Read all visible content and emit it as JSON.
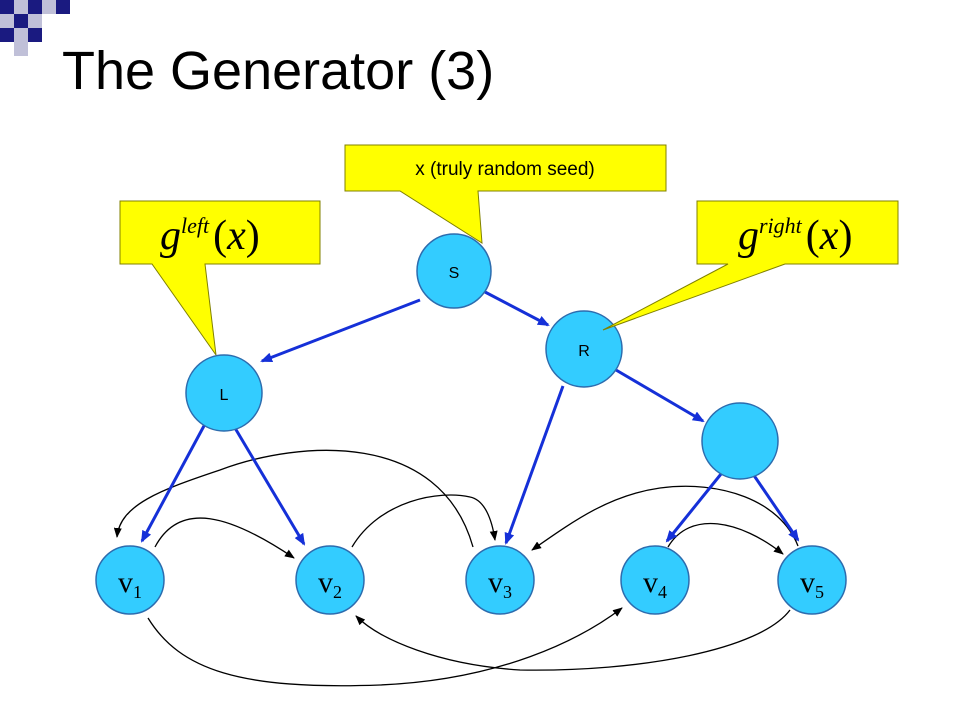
{
  "slide": {
    "title": "The Generator (3)"
  },
  "colors": {
    "node_fill": "#33ccff",
    "node_stroke": "#2d6cae",
    "tree_edge": "#1530d8",
    "callout_fill": "#ffff00",
    "callout_stroke": "#808000",
    "perm_edge": "#000000",
    "deco_navy": "#1a1a80",
    "deco_gray": "#c0c0d8"
  },
  "nodes": {
    "s": "S",
    "r": "R",
    "l": "L",
    "unlabeled": ""
  },
  "leaves": [
    {
      "base": "v",
      "sub": "1"
    },
    {
      "base": "v",
      "sub": "2"
    },
    {
      "base": "v",
      "sub": "3"
    },
    {
      "base": "v",
      "sub": "4"
    },
    {
      "base": "v",
      "sub": "5"
    }
  ],
  "callouts": {
    "seed": "x (truly random seed)",
    "left": {
      "g": "g",
      "sup": "left",
      "open": "(",
      "x": "x",
      "close": ")"
    },
    "right": {
      "g": "g",
      "sup": "right",
      "open": "(",
      "x": "x",
      "close": ")"
    }
  }
}
